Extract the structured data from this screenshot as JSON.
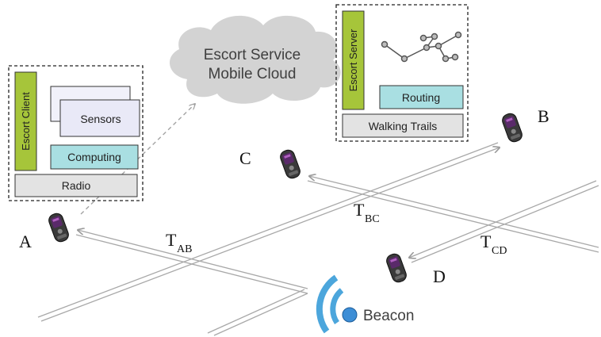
{
  "cloud": {
    "line1": "Escort Service",
    "line2": "Mobile Cloud"
  },
  "client_box": {
    "vertical_label": "Escort Client",
    "sensors": "Sensors",
    "computing": "Computing",
    "radio": "Radio"
  },
  "server_box": {
    "vertical_label": "Escort Server",
    "routing": "Routing",
    "walking_trails": "Walking Trails"
  },
  "nodes": {
    "a": "A",
    "b": "B",
    "c": "C",
    "d": "D"
  },
  "times": {
    "ab": {
      "main": "T",
      "sub": "AB"
    },
    "bc": {
      "main": "T",
      "sub": "BC"
    },
    "cd": {
      "main": "T",
      "sub": "CD"
    }
  },
  "beacon": {
    "label": "Beacon"
  },
  "icons": {
    "phone": "mobile-phone-icon",
    "beacon": "wifi-signal-icon",
    "graph": "route-graph-icon"
  },
  "colors": {
    "accent_green": "#a6c53a",
    "accent_cyan": "#a9dfe2",
    "grey_box": "#e3e3e3",
    "cloud": "#d5d5d5",
    "signal_blue": "#4ca6dc",
    "beacon_dot": "#3d8ed6",
    "trail": "#a9a9a9"
  }
}
